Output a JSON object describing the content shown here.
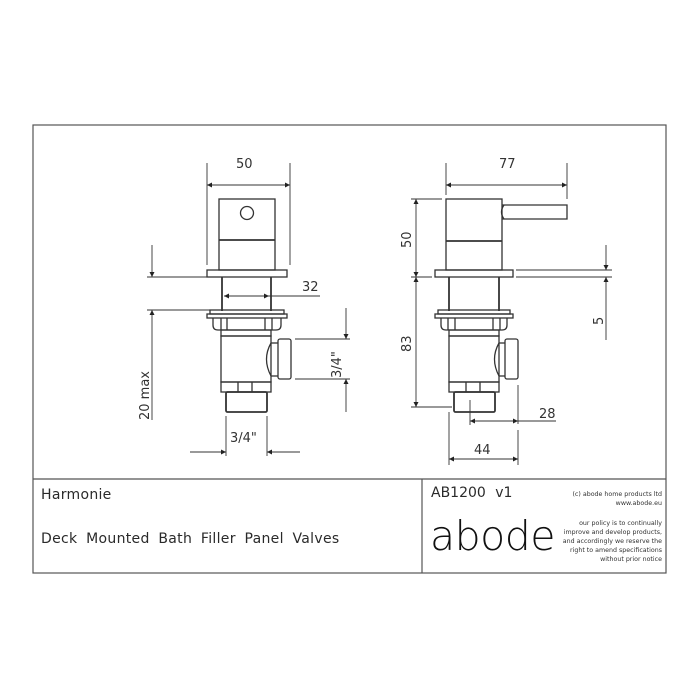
{
  "drawing": {
    "title_block": {
      "product_name": "Harmonie",
      "description": "Deck Mounted Bath Filler Panel Valves",
      "code": "AB1200 v1",
      "brand_logo": "abode",
      "copyright_line1": "(c) abode home products ltd",
      "copyright_line2": "www.abode.eu",
      "policy_line1": "our policy is to continually",
      "policy_line2": "improve and develop products,",
      "policy_line3": "and accordingly we reserve the",
      "policy_line4": "right to amend specifications",
      "policy_line5": "without prior notice"
    },
    "front_view": {
      "dim_head_width": "50",
      "dim_stem_width": "32",
      "dim_deck_thickness": "20 max",
      "dim_side_outlet": "3/4\"",
      "dim_bottom_thread": "3/4\""
    },
    "side_view": {
      "dim_overall_width": "77",
      "dim_head_height": "50",
      "dim_flange_thickness": "5",
      "dim_below_deck_height": "83",
      "dim_outlet_projection": "28",
      "dim_body_depth": "44"
    },
    "colors": {
      "line": "#333333",
      "frame": "#555555",
      "background": "#ffffff"
    }
  }
}
